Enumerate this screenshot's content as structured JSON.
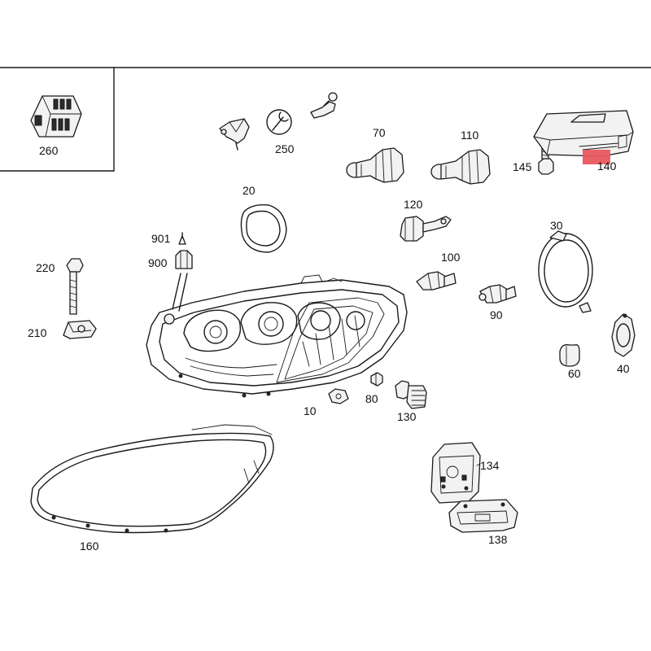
{
  "diagram": {
    "callouts": [
      "260",
      "250",
      "70",
      "110",
      "145",
      "140",
      "20",
      "120",
      "901",
      "900",
      "220",
      "30",
      "100",
      "90",
      "210",
      "60",
      "40",
      "80",
      "10",
      "130",
      "134",
      "160",
      "138"
    ]
  },
  "colors": {
    "line": "#1a1a1a",
    "background": "#ffffff",
    "highlight": "#e8595f"
  }
}
